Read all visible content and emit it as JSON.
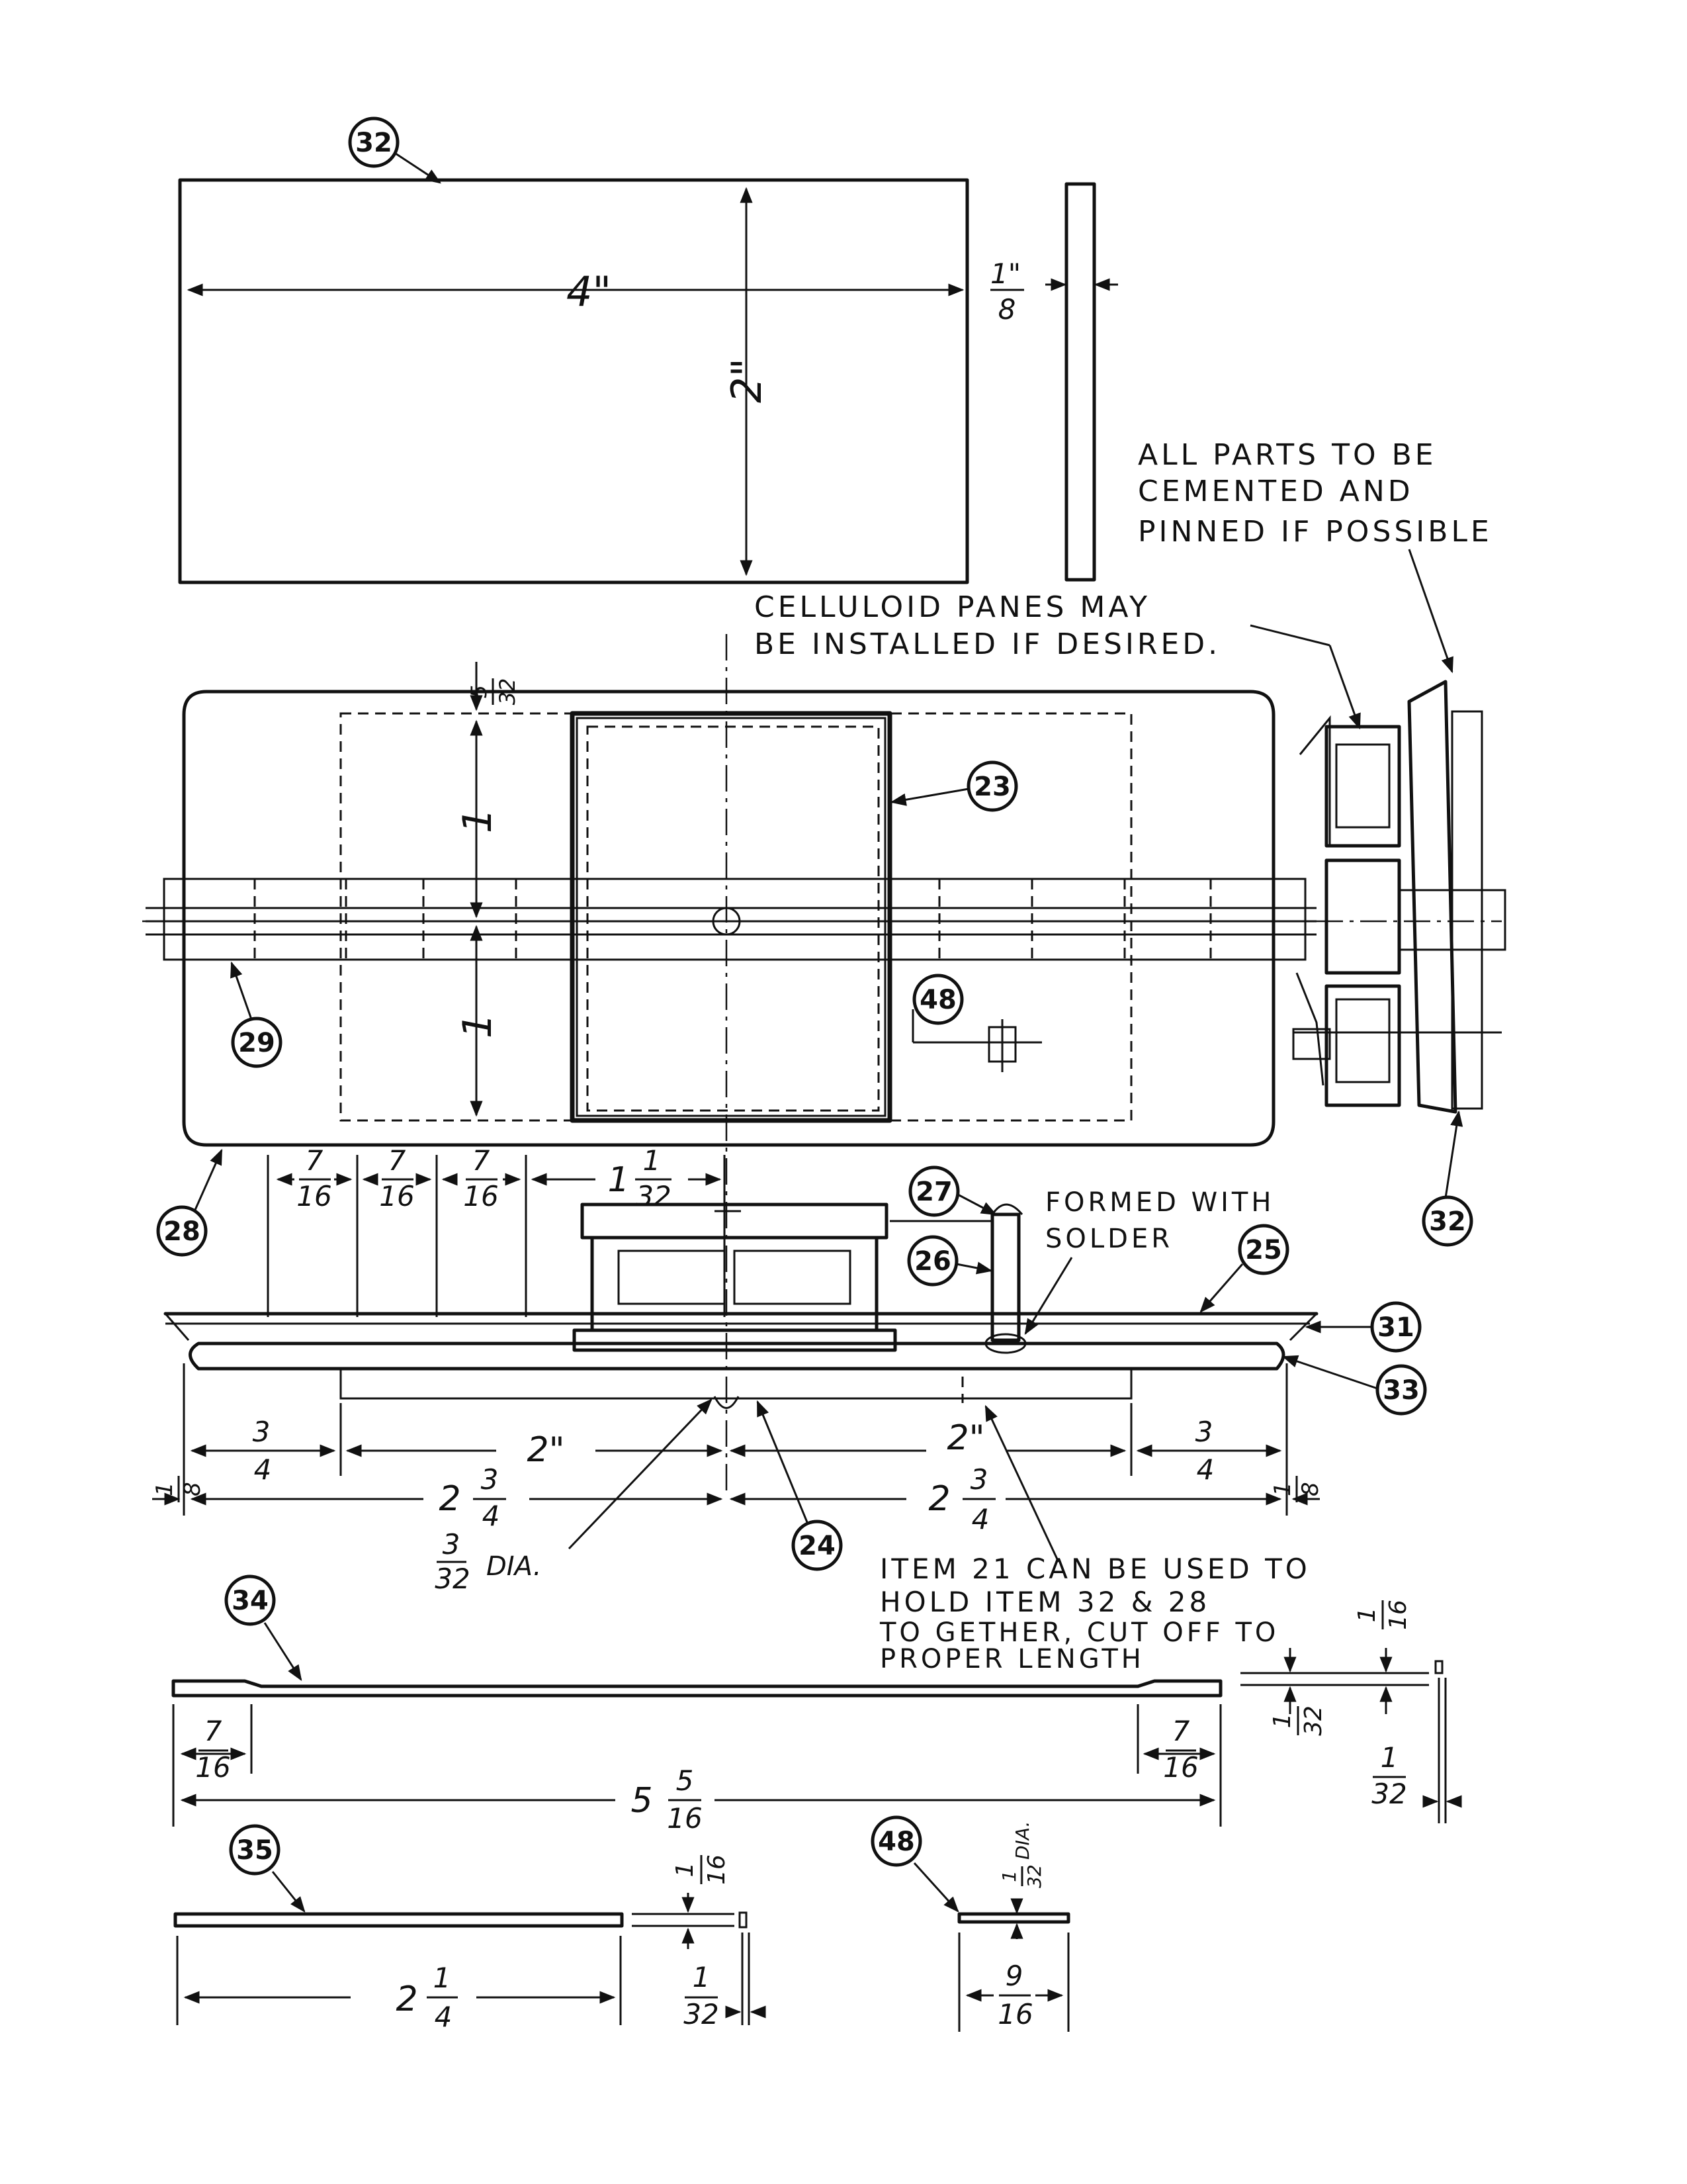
{
  "balloons": {
    "b32_top": "32",
    "b23": "23",
    "b29": "29",
    "b48_plan": "48",
    "b28": "28",
    "b27": "27",
    "b26": "26",
    "b25": "25",
    "b31": "31",
    "b33": "33",
    "b24": "24",
    "b32_side": "32",
    "b34": "34",
    "b35": "35",
    "b48_detail": "48"
  },
  "dims": {
    "d_4in": "4\"",
    "d_2in_v": "2\"",
    "d_1_8_top": "1\"/8",
    "d_5_32": "5/32",
    "d_1in_a": "1\"",
    "d_1in_b": "1\"",
    "d_7_16_a": "7\"/16",
    "d_7_16_b": "7\"/16",
    "d_7_16_c": "7\"/16",
    "d_1_1_32": "1 1\"/32",
    "d_3_4_left": "3\"/4",
    "d_2in_left": "2\"",
    "d_2in_right": "2\"",
    "d_3_4_right": "3\"/4",
    "d_1_8_left": "1\"/8",
    "d_2_3_4_left": "2 3\"/4",
    "d_2_3_4_right": "2 3\"/4",
    "d_1_8_right": "1\"/8",
    "d_3_32_dia": "3/32 DIA.",
    "d_7_16_34a": "7\"/16",
    "d_7_16_34b": "7\"/16",
    "d_5_5_16": "5 5\"/16",
    "d_1_16_34": "1\"/16",
    "d_1_32_34a": "1\"/32",
    "d_1_32_34b": "1\"/32",
    "d_1_16_35": "1\"/16",
    "d_2_1_4": "2 1\"/4",
    "d_1_32_35": "1\"/32",
    "d_1_32_dia": "1/32 DIA.",
    "d_9_16": "9/16"
  },
  "frac": {
    "one": "1",
    "two": "2",
    "three": "3",
    "four": "4",
    "five": "5",
    "seven": "7",
    "eight": "8",
    "nine": "9",
    "sixteen": "16",
    "thirtytwo": "32",
    "inch": "\"",
    "dia": "DIA."
  },
  "notes": {
    "all_parts_1": "ALL PARTS TO BE",
    "all_parts_2": "CEMENTED AND",
    "all_parts_3": "PINNED IF POSSIBLE",
    "celluloid_1": "CELLULOID PANES MAY",
    "celluloid_2": "BE INSTALLED IF DESIRED.",
    "formed_1": "FORMED WITH",
    "formed_2": "SOLDER",
    "item21_1": "ITEM 21 CAN BE USED TO",
    "item21_2": "HOLD ITEM 32 & 28",
    "item21_3": "TO GETHER, CUT OFF TO",
    "item21_4": "PROPER LENGTH"
  }
}
